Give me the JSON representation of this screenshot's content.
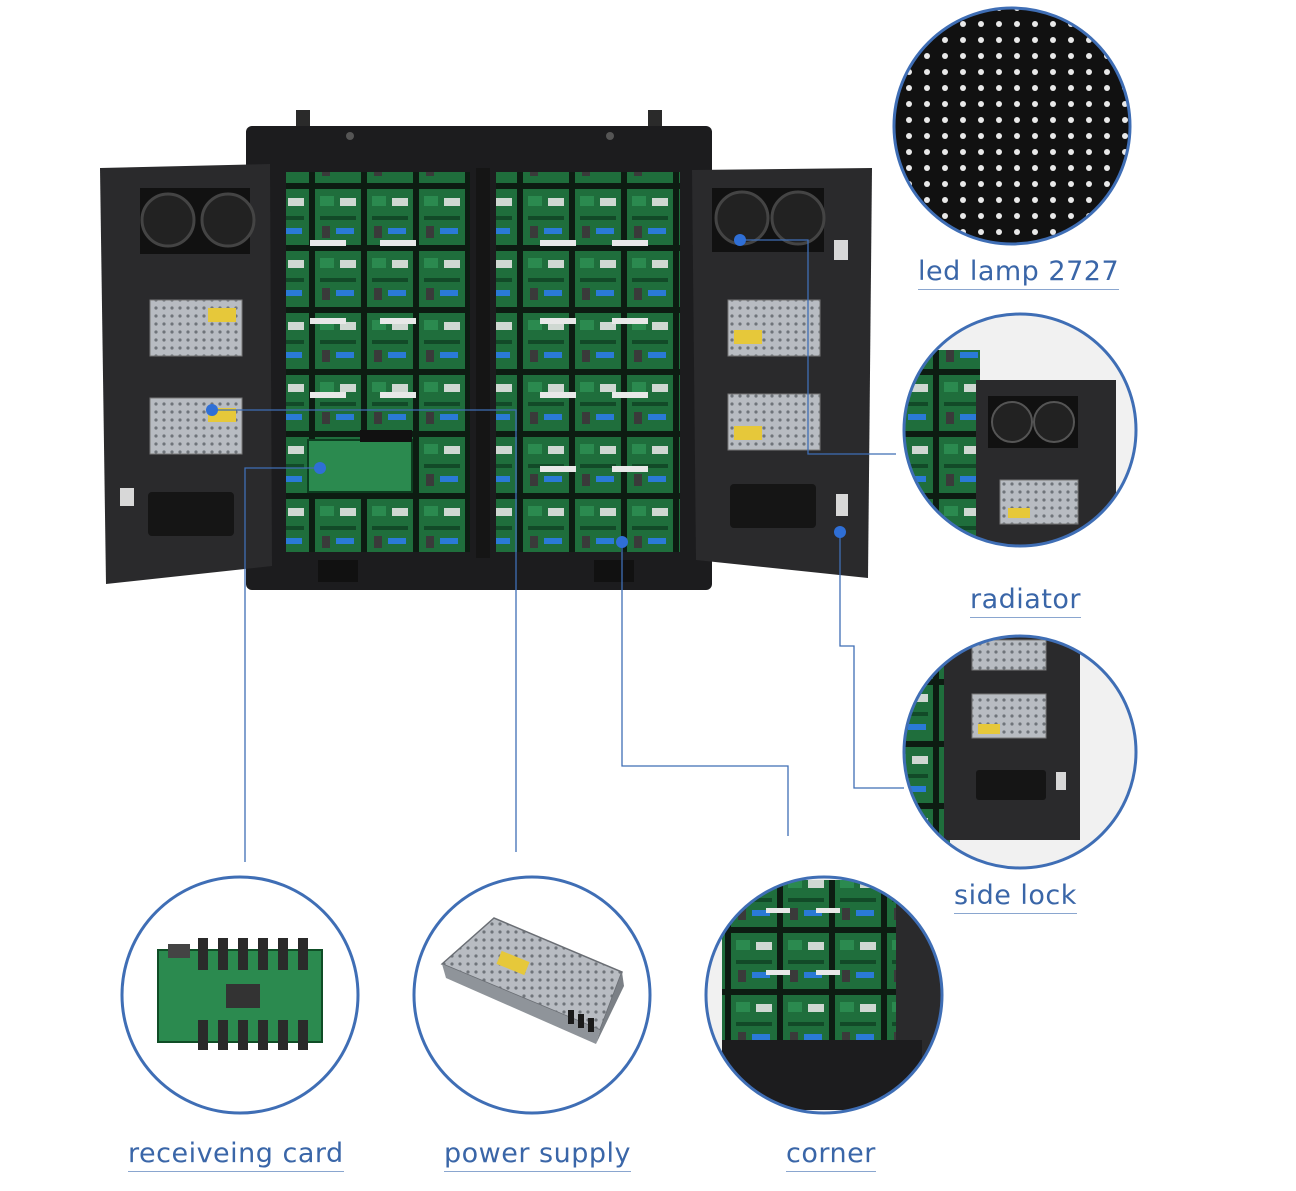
{
  "callouts": {
    "led_lamp": "led lamp 2727",
    "radiator": "radiator",
    "side_lock": "side lock",
    "receiving_card": "receiveing card",
    "power_supply": "power supply",
    "corner": "corner"
  },
  "colors": {
    "leader_line": "#3f6eb5",
    "circle_ring": "#3f6eb5",
    "dot": "#2f6fd6",
    "cabinet": "#1c1c1e",
    "door": "#2a2a2c",
    "pcb": "#1f6e3c",
    "label_text": "#3a66a8"
  }
}
